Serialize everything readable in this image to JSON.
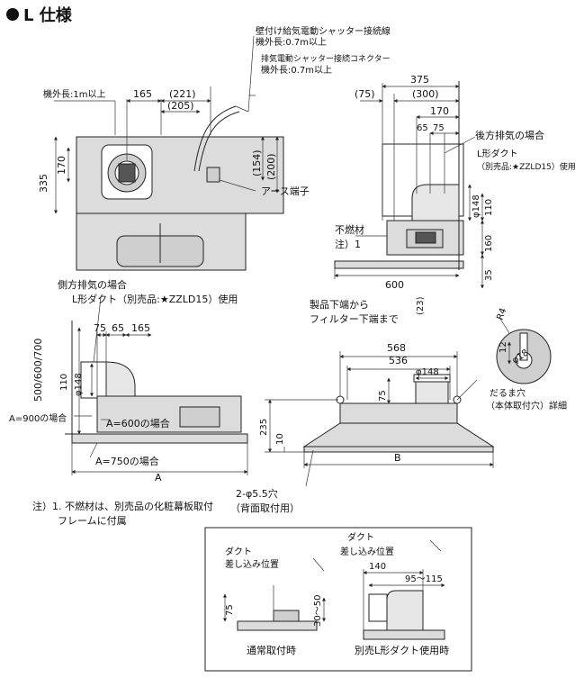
{
  "title": "L 仕様",
  "top_view": {
    "wall_cable": "壁付け給気電動シャッター接続線",
    "wall_cable_len": "機外長:0.7m以上",
    "connector": "排気電動シャッター接続コネクター",
    "connector_len": "機外長:0.7m以上",
    "cord_len": "機外長:1m以上",
    "earth": "アース端子",
    "dims": {
      "d165": "165",
      "d221": "(221)",
      "d205": "(205)",
      "d170": "170",
      "d335": "335",
      "d154": "(154)",
      "d200": "(200)"
    }
  },
  "side_view": {
    "rear_exhaust": "後方排気の場合",
    "l_duct": "L形ダクト",
    "l_duct_part": "（別売品:★ZZLD15）使用",
    "nonflammable": "不燃材",
    "note_ref": "注）1",
    "product_bottom": "製品下端から",
    "to_filter": "フィルター下端まで",
    "dims": {
      "d375": "375",
      "d75": "(75)",
      "d300": "(300)",
      "d170": "170",
      "d65": "65",
      "d75b": "75",
      "phi148": "φ148",
      "d110": "110",
      "d160": "160",
      "d35": "35",
      "d600": "600",
      "d23": "(23)"
    }
  },
  "front_view": {
    "side_exhaust": "側方排気の場合",
    "l_duct_use": "L形ダクト（別売品:★ZZLD15）使用",
    "height": "500/600/700",
    "a900": "A=900の場合",
    "a600": "A=600の場合",
    "a750": "A=750の場合",
    "a": "A",
    "dims": {
      "d75": "75",
      "d65": "65",
      "d165": "165",
      "d110": "110",
      "phi148": "φ148"
    }
  },
  "bottom_view": {
    "dims": {
      "d568": "568",
      "d536": "536",
      "phi148": "φ148",
      "d75": "75",
      "d235": "235",
      "d10": "10",
      "b": "B"
    },
    "holes": "2-φ5.5穴",
    "holes_note": "（背面取付用）"
  },
  "detail": {
    "r4": "R4",
    "d12": "12",
    "phi18": "φ18",
    "caption1": "だるま穴",
    "caption2": "（本体取付穴）詳細"
  },
  "note": {
    "line1": "注）1. 不燃材は、別売品の化粧幕板取付",
    "line2": "フレームに付属"
  },
  "inset": {
    "left_duct": "ダクト",
    "left_insert": "差し込み位置",
    "left_d75": "75",
    "left_d3050": "30〜50",
    "left_caption": "通常取付時",
    "right_duct": "ダクト",
    "right_insert": "差し込み位置",
    "right_d140": "140",
    "right_d95115": "95〜115",
    "right_caption": "別売L形ダクト使用時"
  }
}
